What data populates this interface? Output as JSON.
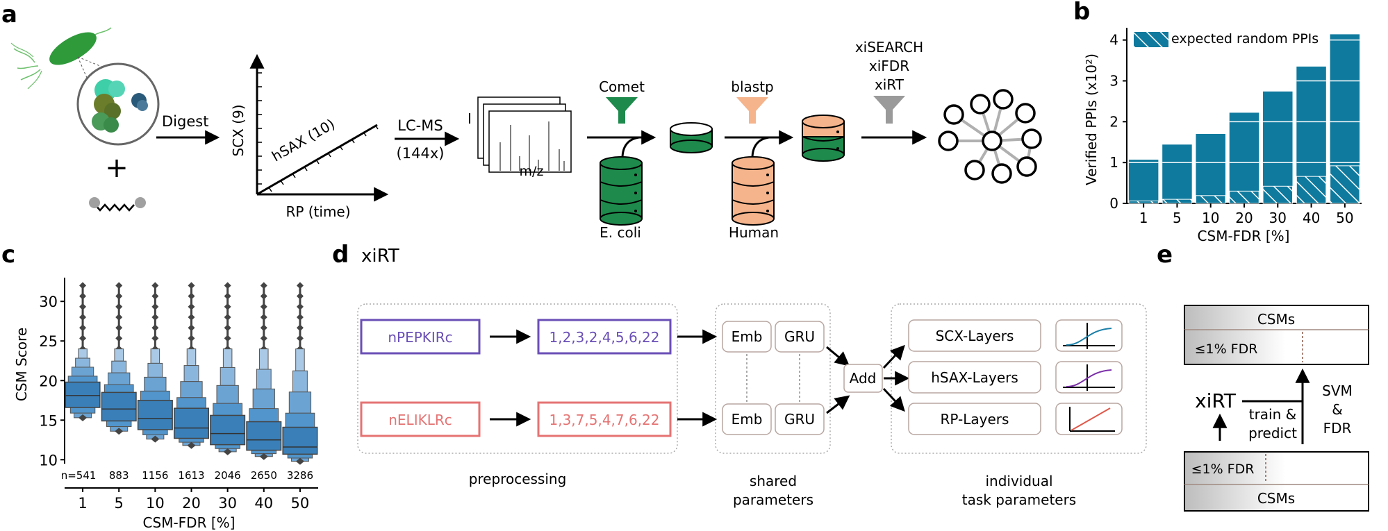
{
  "panels": {
    "a": "a",
    "b": "b",
    "c": "c",
    "d": "d",
    "e": "e"
  },
  "panel_a": {
    "digest": "Digest",
    "scx_axis": "SCX (9)",
    "hsax_axis": "hSAX (10)",
    "rp_axis": "RP (time)",
    "lcms_1": "LC-MS",
    "lcms_2": "(144x)",
    "spec_i": "I",
    "spec_mz": "m/z",
    "comet": "Comet",
    "ecoli": "E. coli",
    "blastp": "blastp",
    "human": "Human",
    "tools": [
      "xiSEARCH",
      "xiFDR",
      "xiRT"
    ],
    "plus": "+",
    "colors": {
      "green": "#1e8a4c",
      "salmon": "#f5b48c",
      "grey": "#9a9a9a"
    }
  },
  "chart_data": [
    {
      "type": "bar",
      "panel": "b",
      "categories": [
        "1",
        "5",
        "10",
        "20",
        "30",
        "40",
        "50"
      ],
      "series": [
        {
          "name": "Verified PPIs",
          "values": [
            1.07,
            1.44,
            1.7,
            2.22,
            2.74,
            3.35,
            4.14
          ]
        },
        {
          "name": "expected random PPIs",
          "values": [
            0.06,
            0.1,
            0.19,
            0.3,
            0.42,
            0.66,
            0.92
          ]
        }
      ],
      "xlabel": "CSM-FDR [%]",
      "ylabel": "Verified PPIs (x10²)",
      "ylim": [
        0,
        4.3
      ],
      "yticks": [
        0,
        1,
        2,
        3,
        4
      ],
      "legend": "expected random PPIs",
      "legend_position": "top-left",
      "color": "#0f7a9e"
    },
    {
      "type": "box",
      "panel": "c",
      "categories": [
        "1",
        "5",
        "10",
        "20",
        "30",
        "40",
        "50"
      ],
      "n_labels": [
        "n=541",
        "883",
        "1156",
        "1613",
        "2046",
        "2650",
        "3286"
      ],
      "medians": [
        18.1,
        16.4,
        15.2,
        14.0,
        13.3,
        12.5,
        11.6
      ],
      "q1": [
        16.6,
        14.9,
        13.8,
        12.7,
        11.9,
        11.2,
        10.7
      ],
      "q3": [
        19.8,
        18.5,
        17.5,
        16.5,
        15.6,
        14.8,
        14.1
      ],
      "whisker_low": [
        15.3,
        13.6,
        12.6,
        11.8,
        11.0,
        10.4,
        9.8
      ],
      "whisker_high": [
        24.0,
        24.0,
        24.0,
        24.0,
        24.0,
        24.0,
        24.0
      ],
      "max": [
        32.0,
        32.0,
        32.0,
        32.0,
        32.0,
        32.0,
        32.0
      ],
      "xlabel": "CSM-FDR [%]",
      "ylabel": "CSM Score",
      "ylim": [
        9.5,
        33
      ],
      "yticks": [
        10,
        15,
        20,
        25,
        30
      ],
      "color": "#3a7fb8"
    }
  ],
  "panel_d": {
    "title": "xiRT",
    "seq1": "nPEPKIRc",
    "seq1_enc": "1,2,3,2,4,5,6,22",
    "seq2": "nELIKLRc",
    "seq2_enc": "1,3,7,5,4,7,6,22",
    "emb": "Emb",
    "gru": "GRU",
    "add": "Add",
    "scx": "SCX-Layers",
    "hsax": "hSAX-Layers",
    "rp": "RP-Layers",
    "preprocessing": "preprocessing",
    "shared_1": "shared",
    "shared_2": "parameters",
    "individual_1": "individual",
    "individual_2": "task parameters",
    "colors": {
      "purple": "#6a4fb6",
      "red": "#e57373"
    }
  },
  "panel_e": {
    "csms_top": "CSMs",
    "fdr_top": "≤1% FDR",
    "xirt": "xiRT",
    "train_1": "train &",
    "train_2": "predict",
    "svm_1": "SVM",
    "svm_2": "&",
    "svm_3": "FDR",
    "fdr_bottom": "≤1% FDR",
    "csms_bottom": "CSMs"
  }
}
